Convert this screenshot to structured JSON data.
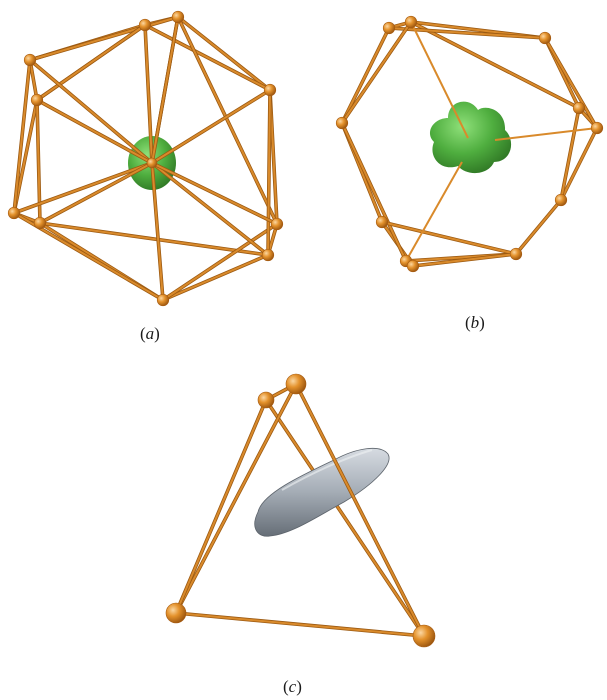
{
  "panels": [
    {
      "id": "a",
      "label_open": "(",
      "label_letter": "a",
      "label_close": ")"
    },
    {
      "id": "b",
      "label_open": "(",
      "label_letter": "b",
      "label_close": ")"
    },
    {
      "id": "c",
      "label_open": "(",
      "label_letter": "c",
      "label_close": ")"
    }
  ],
  "colors": {
    "bond": "#d98a2b",
    "bond_dark": "#9c5a12",
    "atom_light": "#f6b15a",
    "atom_mid": "#e08a26",
    "atom_dark": "#a65a10",
    "isosurface_green": "#55b845",
    "isosurface_green_dark": "#2f7d24",
    "isosurface_grey": "#a9b0b8",
    "isosurface_grey_dark": "#6b737c"
  }
}
